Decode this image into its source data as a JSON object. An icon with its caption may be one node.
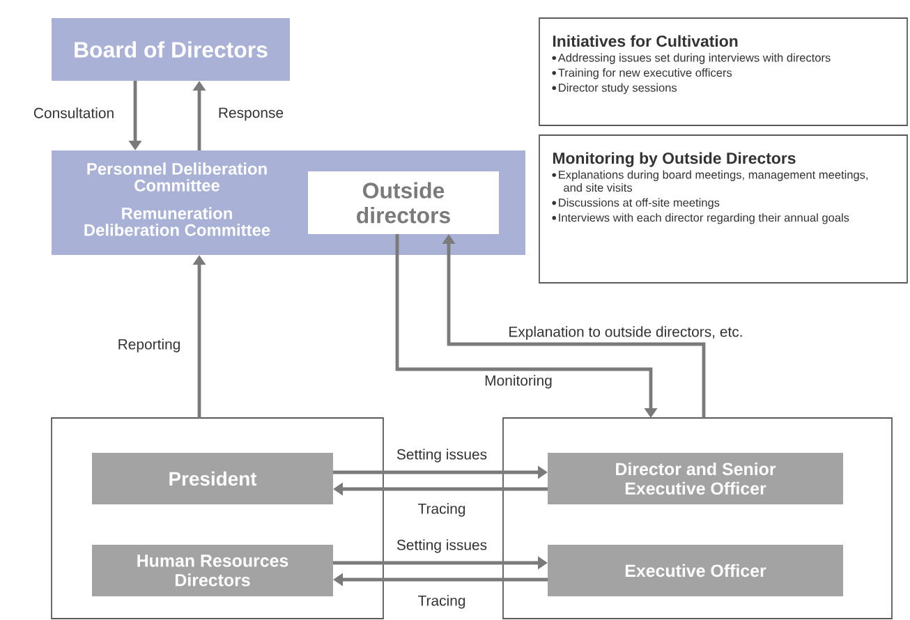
{
  "diagram": {
    "nodes": [
      {
        "text": [
          "Board of Directors"
        ]
      },
      {
        "text": [
          "Personnel Deliberation Committee",
          "Remuneration Deliberation Committee"
        ]
      },
      {
        "text": [
          "Outside directors"
        ],
        "in": 1
      },
      {
        "text": [
          "Initiatives for Cultivation",
          "Addressing issues set during interviews with directors",
          "Training for new executive officers",
          "Director study sessions"
        ]
      },
      {
        "text": [
          "Monitoring by Outside Directors",
          "Explanations during board meetings, management meetings, and site visits",
          "Discussions at off-site meetings",
          "Interviews with each director regarding their annual goals"
        ]
      },
      {
        "text": [],
        "shape": "box"
      },
      {
        "text": [
          "President"
        ],
        "in": 5
      },
      {
        "text": [
          "Human Resources Directors"
        ],
        "in": 5
      },
      {
        "text": [],
        "shape": "box"
      },
      {
        "text": [
          "Director and Senior Executive Officer"
        ],
        "in": 8
      },
      {
        "text": [
          "Executive Officer"
        ],
        "in": 8
      }
    ],
    "edges": [
      {
        "from": 0,
        "to": 1,
        "arrow": "to",
        "label": "Consultation"
      },
      {
        "from": 1,
        "to": 0,
        "arrow": "to",
        "label": "Response"
      },
      {
        "from": 5,
        "to": 1,
        "arrow": "to",
        "label": "Reporting"
      },
      {
        "from": 2,
        "to": 8,
        "arrow": "to",
        "label": "Monitoring"
      },
      {
        "from": 8,
        "to": 2,
        "arrow": "to",
        "label": "Explanation to outside directors, etc."
      },
      {
        "from": 6,
        "to": 9,
        "arrow": "to",
        "label": "Setting issues"
      },
      {
        "from": 9,
        "to": 6,
        "arrow": "to",
        "label": "Tracing"
      },
      {
        "from": 7,
        "to": 10,
        "arrow": "to",
        "label": "Setting issues"
      },
      {
        "from": 10,
        "to": 7,
        "arrow": "to",
        "label": "Tracing"
      }
    ]
  }
}
